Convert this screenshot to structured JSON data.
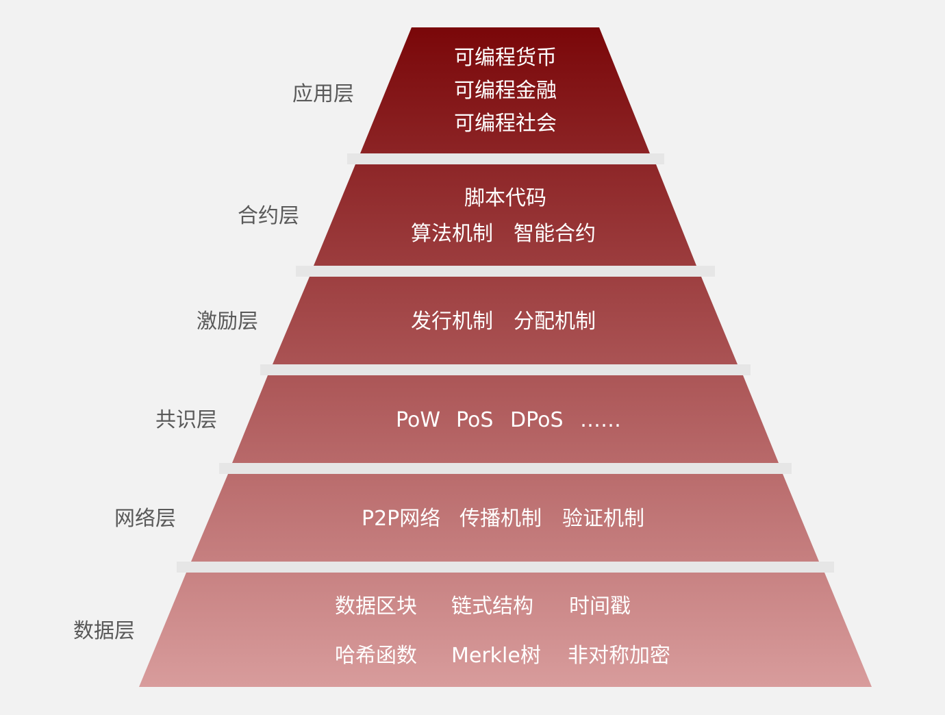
{
  "colors": {
    "background": "#f2f2f2",
    "separator": "#e6e6e6",
    "top": "#7a0709",
    "bottom": "#d89c9c",
    "label": "#595959",
    "text": "#ffffff"
  },
  "layers": [
    {
      "label": "应用层",
      "lines": [
        "可编程货币",
        "可编程金融",
        "可编程社会"
      ]
    },
    {
      "label": "合约层",
      "lines": [
        "脚本代码",
        "算法机制",
        "智能合约"
      ]
    },
    {
      "label": "激励层",
      "lines": [
        "发行机制",
        "分配机制"
      ]
    },
    {
      "label": "共识层",
      "lines": [
        "PoW",
        "PoS",
        "DPoS",
        "……"
      ]
    },
    {
      "label": "网络层",
      "lines": [
        "P2P网络",
        "传播机制",
        "验证机制"
      ]
    },
    {
      "label": "数据层",
      "lines": [
        "数据区块",
        "链式结构",
        "时间戳",
        "哈希函数",
        "Merkle树",
        "非对称加密"
      ]
    }
  ]
}
